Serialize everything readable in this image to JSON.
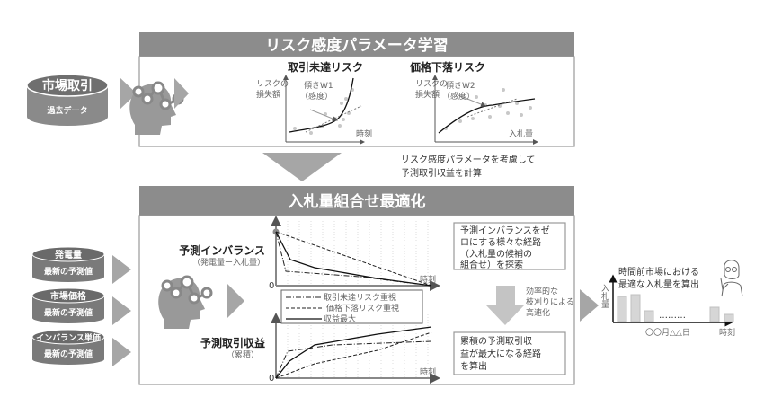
{
  "risk_learning": {
    "title": "リスク感度パラメータ学習",
    "market_db": {
      "title": "市場取引",
      "subtitle": "過去データ"
    },
    "chart1": {
      "title": "取引未達リスク",
      "ylabel1": "リスクの",
      "ylabel2": "損失額",
      "slope": "傾きW1",
      "slope_sub": "（感度）",
      "xlabel": "時刻"
    },
    "chart2": {
      "title": "価格下落リスク",
      "ylabel1": "リスクの",
      "ylabel2": "損失額",
      "slope": "傾きW2",
      "slope_sub": "（感度）",
      "xlabel": "入札量"
    }
  },
  "transition": {
    "line1": "リスク感度パラメータを考慮して",
    "line2": "予測取引収益を計算"
  },
  "optimization": {
    "title": "入札量組合せ最適化",
    "inputs": [
      {
        "title": "発電量",
        "subtitle": "最新の予測値"
      },
      {
        "title": "市場価格",
        "subtitle": "最新の予測値"
      },
      {
        "title": "インバランス単価",
        "subtitle": "最新の予測値"
      }
    ],
    "imbalance_chart": {
      "label": "予測インバランス",
      "sublabel": "（発電量ー入札量）",
      "xlabel": "時刻",
      "zero": "0"
    },
    "revenue_chart": {
      "label": "予測取引収益",
      "sublabel": "（累積）",
      "xlabel": "時刻",
      "zero": "0"
    },
    "legend": [
      "取引未達リスク重視",
      "価格下落リスク重視",
      "収益最大"
    ],
    "step1": [
      "予測インバランスをゼ",
      "ロにする様々な経路",
      "（入札量の候補の",
      "組合せ）を探索"
    ],
    "speedup": [
      "効率的な",
      "枝刈りによる",
      "高速化"
    ],
    "step2": [
      "累積の予測取引収",
      "益が最大になる経路",
      "を算出"
    ]
  },
  "result": {
    "title1": "時間前市場における",
    "title2": "最適な入札量を算出",
    "ylabel": [
      "入",
      "札",
      "量"
    ],
    "date": "〇〇月△△日",
    "xlabel": "時刻",
    "ellipsis": "………",
    "bar_values": [
      0.7,
      0.75,
      0.3,
      0.4,
      0.2
    ]
  },
  "colors": {
    "header": "#8c8c8c",
    "arrow": "#a6a6a6",
    "db_dark": "#7a7a7a"
  }
}
